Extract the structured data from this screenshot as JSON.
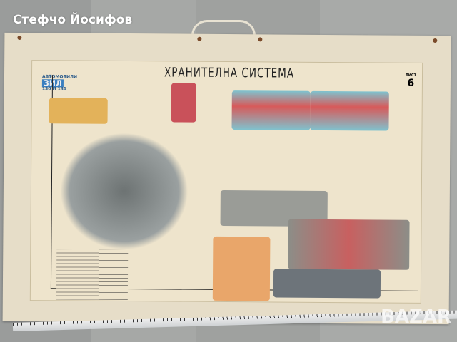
{
  "watermark_author": "Стефчо Йосифов",
  "poster": {
    "title": "ХРАНИТЕЛНА СИСТЕМА",
    "logo_top": "АВТОМОБИЛИ",
    "logo_brand": "ЗИЛ",
    "logo_models": "130 И 131",
    "sheet_label": "ЛИСТ",
    "sheet_number": "6"
  },
  "site_watermark": "BAZAR"
}
